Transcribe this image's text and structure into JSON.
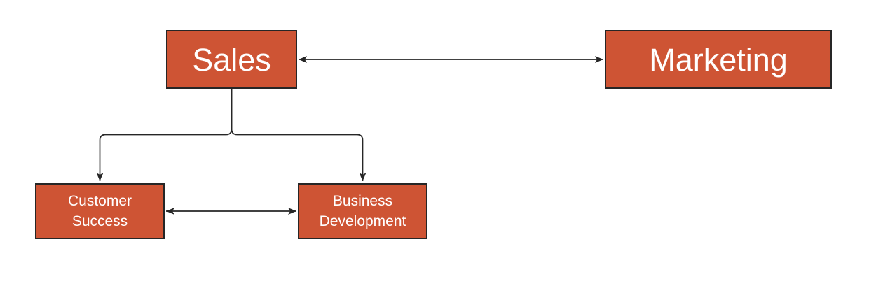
{
  "diagram": {
    "type": "org-chart",
    "background": "#FFFFFF",
    "nodes": {
      "sales": {
        "label": "Sales"
      },
      "marketing": {
        "label": "Marketing"
      },
      "customer_success": {
        "label": "Customer Success"
      },
      "business_development": {
        "label": "Business Development"
      }
    },
    "edges": [
      {
        "from": "sales",
        "to": "marketing",
        "style": "double-arrow",
        "shape": "straight-horizontal"
      },
      {
        "from": "sales",
        "to": "customer_success",
        "style": "arrow",
        "shape": "orthogonal-rounded"
      },
      {
        "from": "sales",
        "to": "business_development",
        "style": "arrow",
        "shape": "orthogonal-rounded"
      },
      {
        "from": "customer_success",
        "to": "business_development",
        "style": "double-arrow",
        "shape": "straight-horizontal"
      }
    ],
    "colors": {
      "node_fill": "#CE5434",
      "node_stroke": "#262626",
      "edge_stroke": "#262626",
      "label_text": "#FFFFFF",
      "canvas_bg": "#FFFFFF"
    }
  }
}
